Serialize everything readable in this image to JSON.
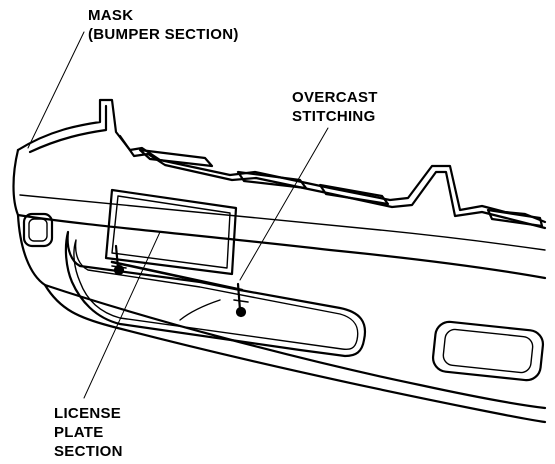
{
  "labels": {
    "mask": [
      "MASK",
      "(BUMPER SECTION)"
    ],
    "stitching": [
      "OVERCAST",
      "STITCHING"
    ],
    "license": [
      "LICENSE",
      "PLATE",
      "SECTION"
    ]
  },
  "colors": {
    "ink": "#000000",
    "paper": "#ffffff"
  }
}
